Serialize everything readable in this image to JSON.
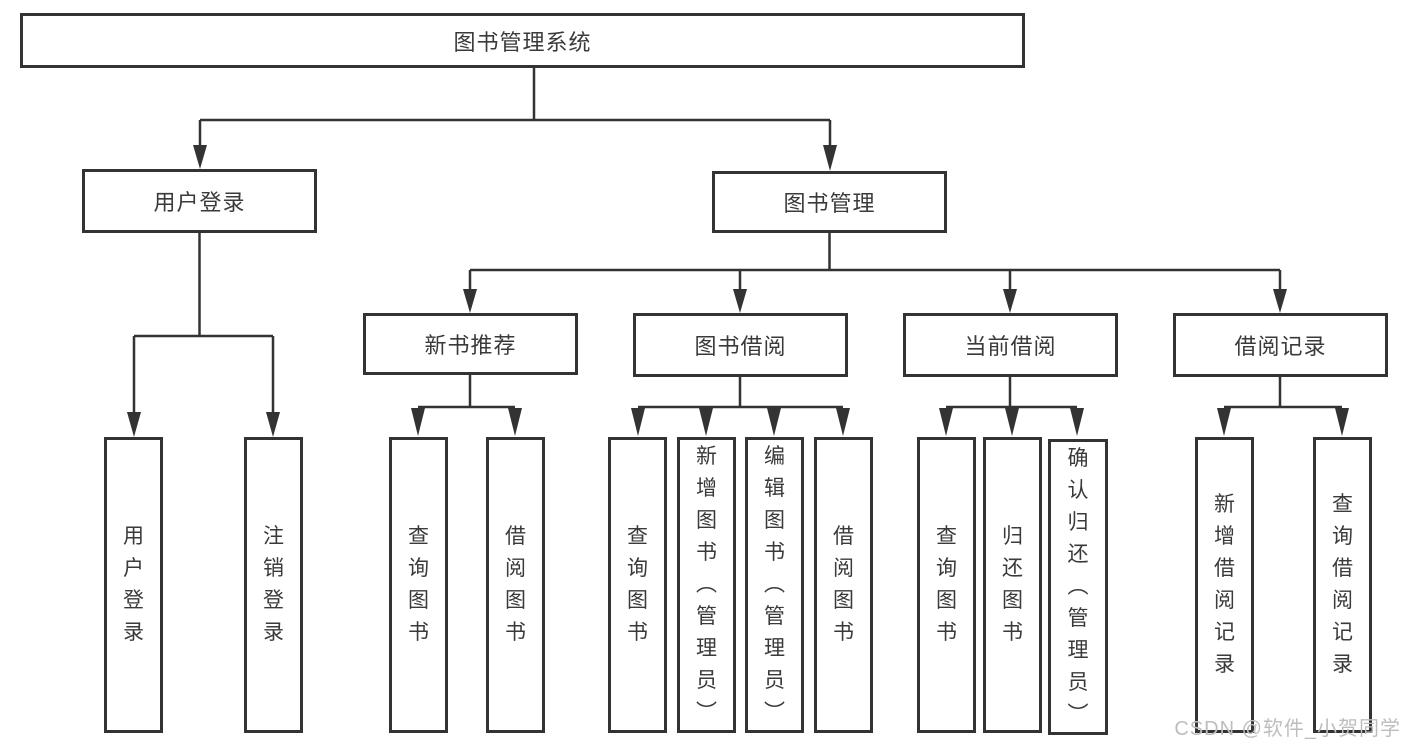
{
  "tree": {
    "root": "图书管理系统",
    "level2": [
      {
        "label": "用户登录",
        "children": [
          "用户登录",
          "注销登录"
        ]
      },
      {
        "label": "图书管理",
        "children": [
          {
            "label": "新书推荐",
            "children": [
              "查询图书",
              "借阅图书"
            ]
          },
          {
            "label": "图书借阅",
            "children": [
              "查询图书",
              "新增图书（管理员）",
              "编辑图书（管理员）",
              "借阅图书"
            ]
          },
          {
            "label": "当前借阅",
            "children": [
              "查询图书",
              "归还图书",
              "确认归还（管理员）"
            ]
          },
          {
            "label": "借阅记录",
            "children": [
              "新增借阅记录",
              "查询借阅记录"
            ]
          }
        ]
      }
    ]
  },
  "watermark": "CSDN @软件_小贺同学",
  "colors": {
    "line": "#333333",
    "text": "#3a3a3a",
    "watermark": "#bdbdbd",
    "background": "#ffffff"
  }
}
